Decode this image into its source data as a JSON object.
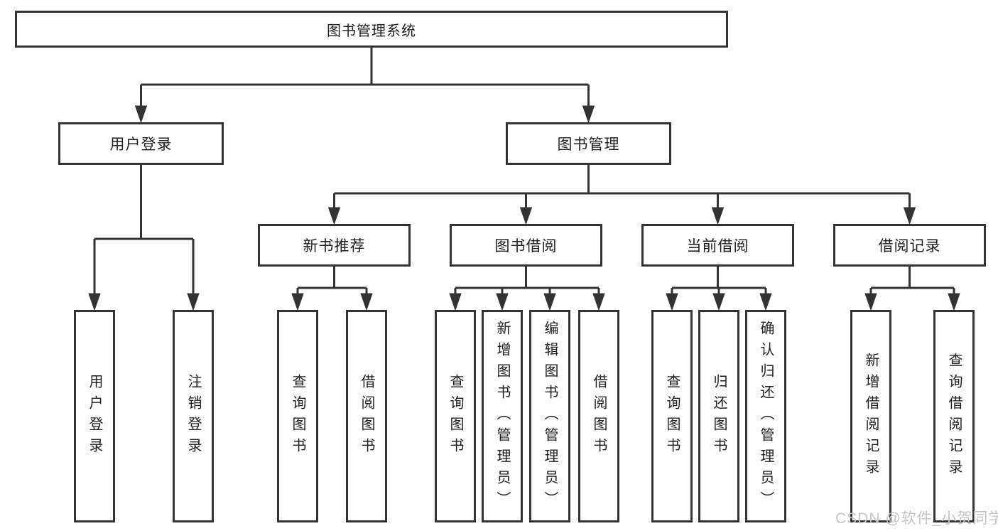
{
  "colors": {
    "line": "#333333",
    "text": "#1f1f1f",
    "box_background": "#ffffff",
    "page_background": "#ffffff",
    "watermark": "#c6c6c6"
  },
  "diagram": {
    "root": {
      "label": "图书管理系统"
    },
    "level2": [
      {
        "label": "用户登录"
      },
      {
        "label": "图书管理"
      }
    ],
    "level3": [
      {
        "label": "新书推荐"
      },
      {
        "label": "图书借阅"
      },
      {
        "label": "当前借阅"
      },
      {
        "label": "借阅记录"
      }
    ],
    "leaves": [
      "用户登录",
      "注销登录",
      "查询图书",
      "借阅图书",
      "查询图书",
      "新增图书（管理员）",
      "编辑图书（管理员）",
      "借阅图书",
      "查询图书",
      "归还图书",
      "确认归还（管理员）",
      "新增借阅记录",
      "查询借阅记录"
    ]
  },
  "watermark": {
    "text": "CSDN @软件_小贺同学"
  }
}
